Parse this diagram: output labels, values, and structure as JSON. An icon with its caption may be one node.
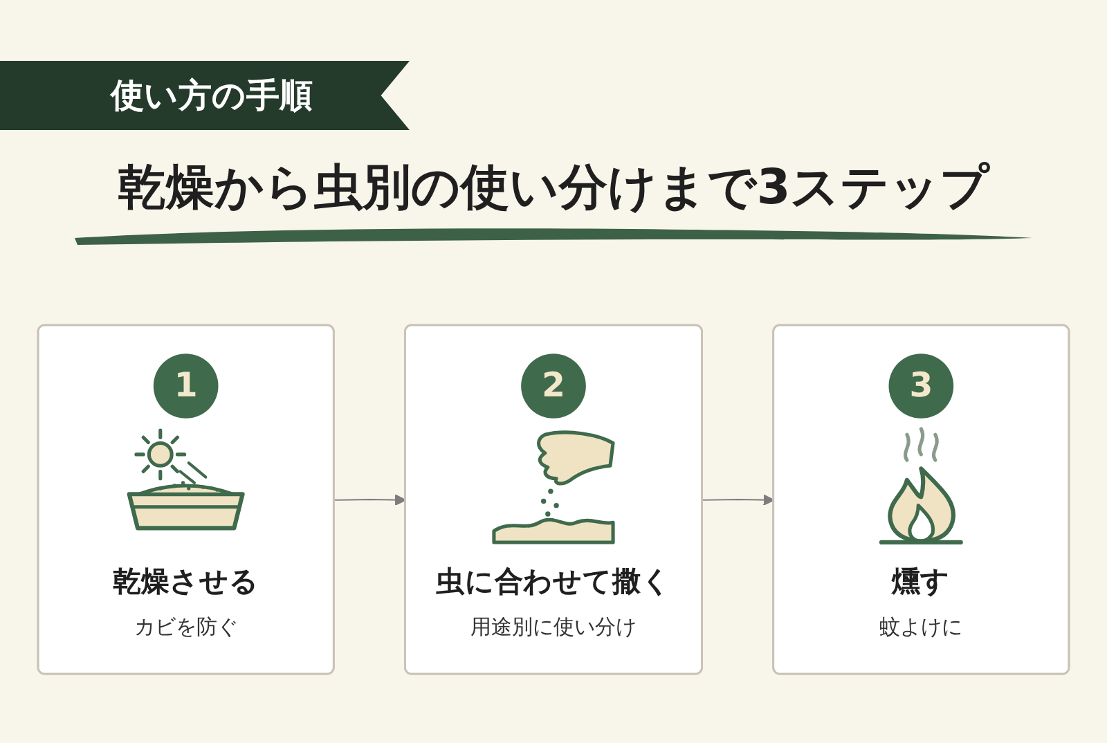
{
  "diagram": {
    "title": "乾燥から虫別の使い分けまで3ステップ",
    "nodes": [
      {
        "text": [
          "1",
          "乾燥させる",
          "カビを防ぐ"
        ]
      },
      {
        "text": [
          "2",
          "虫に合わせて撒く",
          "用途別に使い分け"
        ]
      },
      {
        "text": [
          "3",
          "燻す",
          "蚊よけに"
        ]
      }
    ],
    "edges": [
      {
        "from": 0,
        "to": 1,
        "arrow": "to"
      },
      {
        "from": 1,
        "to": 2,
        "arrow": "to"
      }
    ],
    "labels": [
      "使い方の手順"
    ]
  }
}
